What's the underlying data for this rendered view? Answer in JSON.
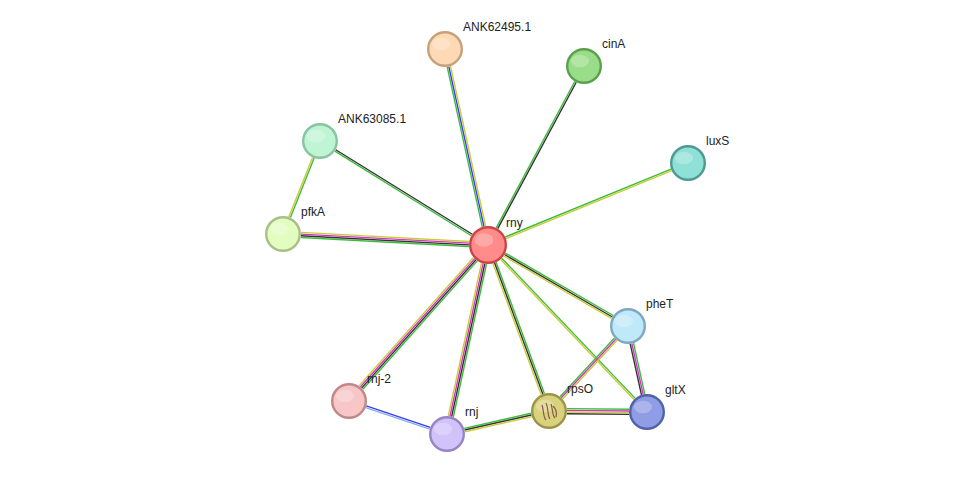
{
  "diagram": {
    "nodes": [
      {
        "text": [
          "ANK62495.1"
        ]
      },
      {
        "text": [
          "cinA"
        ]
      },
      {
        "text": [
          "ANK63085.1"
        ]
      },
      {
        "text": [
          "luxS"
        ]
      },
      {
        "text": [
          "pfkA"
        ]
      },
      {
        "text": [
          "rny"
        ]
      },
      {
        "text": [
          "pheT"
        ]
      },
      {
        "text": [
          "rnj-2"
        ]
      },
      {
        "text": [
          "rnj"
        ]
      },
      {
        "text": [
          "rpsO"
        ]
      },
      {
        "text": [
          "gltX"
        ]
      }
    ],
    "edges": [
      {
        "from": 5,
        "to": 0,
        "arrow": "none"
      },
      {
        "from": 5,
        "to": 1,
        "arrow": "none"
      },
      {
        "from": 5,
        "to": 2,
        "arrow": "none"
      },
      {
        "from": 5,
        "to": 3,
        "arrow": "none"
      },
      {
        "from": 5,
        "to": 4,
        "arrow": "none"
      },
      {
        "from": 5,
        "to": 6,
        "arrow": "none"
      },
      {
        "from": 5,
        "to": 7,
        "arrow": "none"
      },
      {
        "from": 5,
        "to": 8,
        "arrow": "none"
      },
      {
        "from": 5,
        "to": 9,
        "arrow": "none"
      },
      {
        "from": 5,
        "to": 10,
        "arrow": "none"
      },
      {
        "from": 2,
        "to": 4,
        "arrow": "none"
      },
      {
        "from": 7,
        "to": 8,
        "arrow": "none"
      },
      {
        "from": 8,
        "to": 9,
        "arrow": "none"
      },
      {
        "from": 9,
        "to": 6,
        "arrow": "none"
      },
      {
        "from": 9,
        "to": 10,
        "arrow": "none"
      },
      {
        "from": 6,
        "to": 10,
        "arrow": "none"
      }
    ]
  }
}
